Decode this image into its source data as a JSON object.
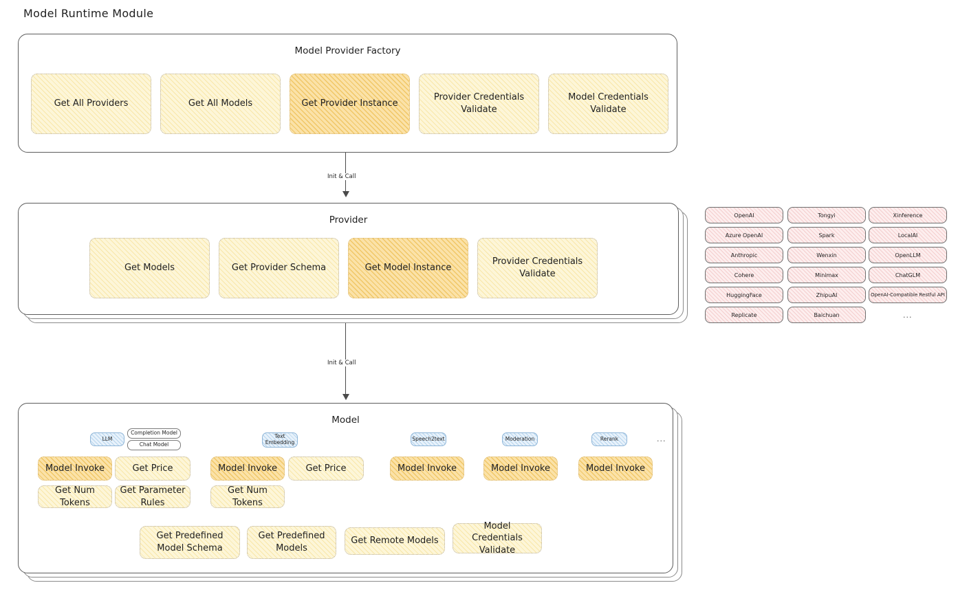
{
  "diagram": {
    "title": "Model Runtime Module",
    "type": "architecture-flow",
    "ellipsis_glyph": "..."
  },
  "colors": {
    "node_cream": "#fdf6d8",
    "node_amber": "#fbe2a8",
    "badge_blue": "#e8f2fb",
    "pill_pink": "#fdeeee",
    "stroke": "#1e1e1e"
  },
  "layers": [
    {
      "id": "model-provider-factory",
      "title": "Model Provider Factory",
      "stacked": false,
      "nodes": [
        {
          "label": "Get All Providers",
          "highlight": false
        },
        {
          "label": "Get All Models",
          "highlight": false
        },
        {
          "label": "Get Provider Instance",
          "highlight": true
        },
        {
          "label": "Provider Credentials Validate",
          "highlight": false
        },
        {
          "label": "Model Credentials Validate",
          "highlight": false
        }
      ]
    },
    {
      "id": "provider",
      "title": "Provider",
      "stacked": true,
      "nodes": [
        {
          "label": "Get Models",
          "highlight": false
        },
        {
          "label": "Get Provider Schema",
          "highlight": false
        },
        {
          "label": "Get Model Instance",
          "highlight": true
        },
        {
          "label": "Provider Credentials Validate",
          "highlight": false
        }
      ]
    },
    {
      "id": "model",
      "title": "Model",
      "stacked": true,
      "nodes": []
    }
  ],
  "arrows": [
    {
      "id": "factory-to-provider",
      "label": "Init & Call"
    },
    {
      "id": "provider-to-model",
      "label": "Init & Call"
    }
  ],
  "provider_list": {
    "columns": [
      [
        "OpenAI",
        "Azure OpenAI",
        "Anthropic",
        "Cohere",
        "HuggingFace",
        "Replicate"
      ],
      [
        "Tongyi",
        "Spark",
        "Wenxin",
        "Minimax",
        "ZhipuAI",
        "Baichuan"
      ],
      [
        "Xinference",
        "LocalAI",
        "OpenLLM",
        "ChatGLM",
        "OpenAI-Compatible Restful API"
      ]
    ],
    "more": "..."
  },
  "model_types": [
    {
      "id": "llm",
      "badge": "LLM",
      "sub_badges": [
        "Completion Model",
        "Chat Model"
      ],
      "methods_row1": [
        {
          "label": "Model Invoke",
          "highlight": true
        },
        {
          "label": "Get Price",
          "highlight": false
        }
      ],
      "methods_row2": [
        {
          "label": "Get Num Tokens",
          "highlight": false
        },
        {
          "label": "Get Parameter Rules",
          "highlight": false
        }
      ]
    },
    {
      "id": "text-embedding",
      "badge": "Text Embedding",
      "sub_badges": [],
      "methods_row1": [
        {
          "label": "Model Invoke",
          "highlight": true
        },
        {
          "label": "Get Price",
          "highlight": false
        }
      ],
      "methods_row2": [
        {
          "label": "Get Num Tokens",
          "highlight": false
        }
      ]
    },
    {
      "id": "speech2text",
      "badge": "Speech2text",
      "sub_badges": [],
      "methods_row1": [
        {
          "label": "Model Invoke",
          "highlight": true
        }
      ],
      "methods_row2": []
    },
    {
      "id": "moderation",
      "badge": "Moderation",
      "sub_badges": [],
      "methods_row1": [
        {
          "label": "Model Invoke",
          "highlight": true
        }
      ],
      "methods_row2": []
    },
    {
      "id": "rerank",
      "badge": "Rerank",
      "sub_badges": [],
      "methods_row1": [
        {
          "label": "Model Invoke",
          "highlight": true
        }
      ],
      "methods_row2": []
    }
  ],
  "model_common_methods": [
    "Get Predefined Model Schema",
    "Get Predefined Models",
    "Get Remote Models",
    "Model Credentials Validate"
  ]
}
